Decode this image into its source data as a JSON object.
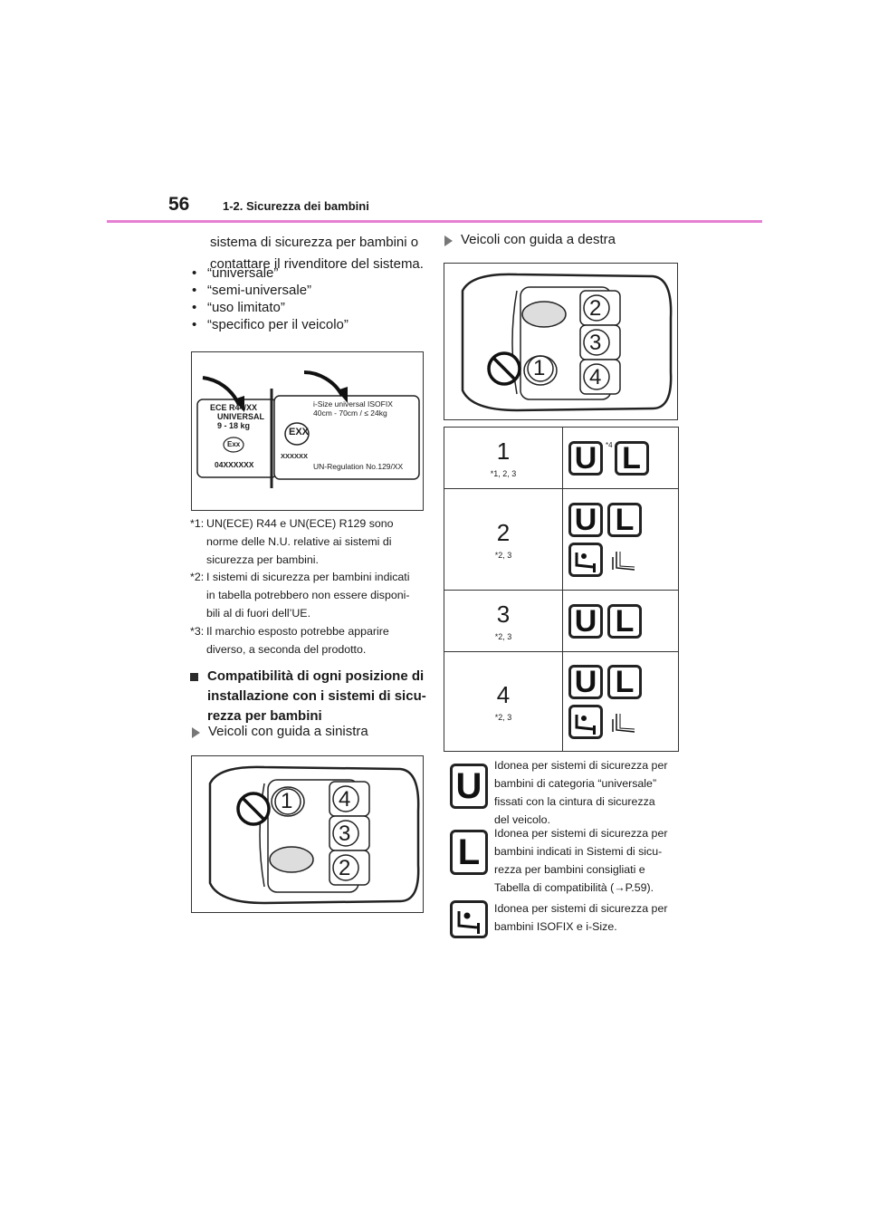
{
  "header": {
    "page_number": "56",
    "section_title": "1-2. Sicurezza dei bambini"
  },
  "intro": {
    "line1": "sistema di sicurezza per bambini o",
    "line2": "contattare il rivenditore del sistema."
  },
  "bullets": [
    "“universale”",
    "“semi-universale”",
    "“uso limitato”",
    "“specifico per il veicolo”"
  ],
  "label_image": {
    "left": {
      "line1": "ECE R44/XX",
      "line2": "UNIVERSAL",
      "line3": "9 - 18 kg",
      "seal": "Exx",
      "code": "04XXXXXX"
    },
    "right": {
      "line1": "i-Size universal ISOFIX",
      "line2": "40cm - 70cm / ≤ 24kg",
      "seal": "EXX",
      "code": "XXXXXX",
      "reg": "UN-Regulation No.129/XX"
    }
  },
  "notes": [
    {
      "marker": "*1:",
      "text": [
        "UN(ECE) R44 e UN(ECE) R129 sono",
        "norme delle N.U. relative ai sistemi di",
        "sicurezza per bambini."
      ]
    },
    {
      "marker": "*2:",
      "text": [
        "I sistemi di sicurezza per bambini indicati",
        "in tabella potrebbero non essere disponi-",
        "bili al di fuori dell’UE."
      ]
    },
    {
      "marker": "*3:",
      "text": [
        "Il marchio esposto potrebbe apparire",
        "diverso, a seconda del prodotto."
      ]
    }
  ],
  "heading": {
    "line1": "Compatibilità di ogni posizione di",
    "line2": "installazione con i sistemi di sicu-",
    "line3": "rezza per bambini"
  },
  "lhd_label": "Veicoli con guida a sinistra",
  "rhd_label": "Veicoli con guida a destra",
  "lhd_seats": [
    "1",
    "2",
    "3",
    "4"
  ],
  "rhd_seats": [
    "1",
    "2",
    "3",
    "4"
  ],
  "table": [
    {
      "seat": "1",
      "notes": "*1, 2, 3",
      "u": "U",
      "l": "L",
      "sup": "*4"
    },
    {
      "seat": "2",
      "notes": "*2, 3",
      "u": "U",
      "l": "L"
    },
    {
      "seat": "3",
      "notes": "*2, 3",
      "u": "U",
      "l": "L"
    },
    {
      "seat": "4",
      "notes": "*2, 3",
      "u": "U",
      "l": "L"
    }
  ],
  "legend": {
    "u_letter": "U",
    "u_text": [
      "Idonea per sistemi di sicurezza per",
      "bambini di categoria “universale”",
      "fissati con la cintura di sicurezza",
      "del veicolo."
    ],
    "l_letter": "L",
    "l_text": [
      "Idonea per sistemi di sicurezza per",
      "bambini indicati in Sistemi di sicu-",
      "rezza per bambini consigliati e",
      "Tabella di compatibilità (→P.59)."
    ],
    "isofix_text": [
      "Idonea per sistemi di sicurezza per",
      "bambini ISOFIX e i-Size."
    ]
  },
  "colors": {
    "accent": "#e580d2",
    "text": "#1a1a1a"
  }
}
